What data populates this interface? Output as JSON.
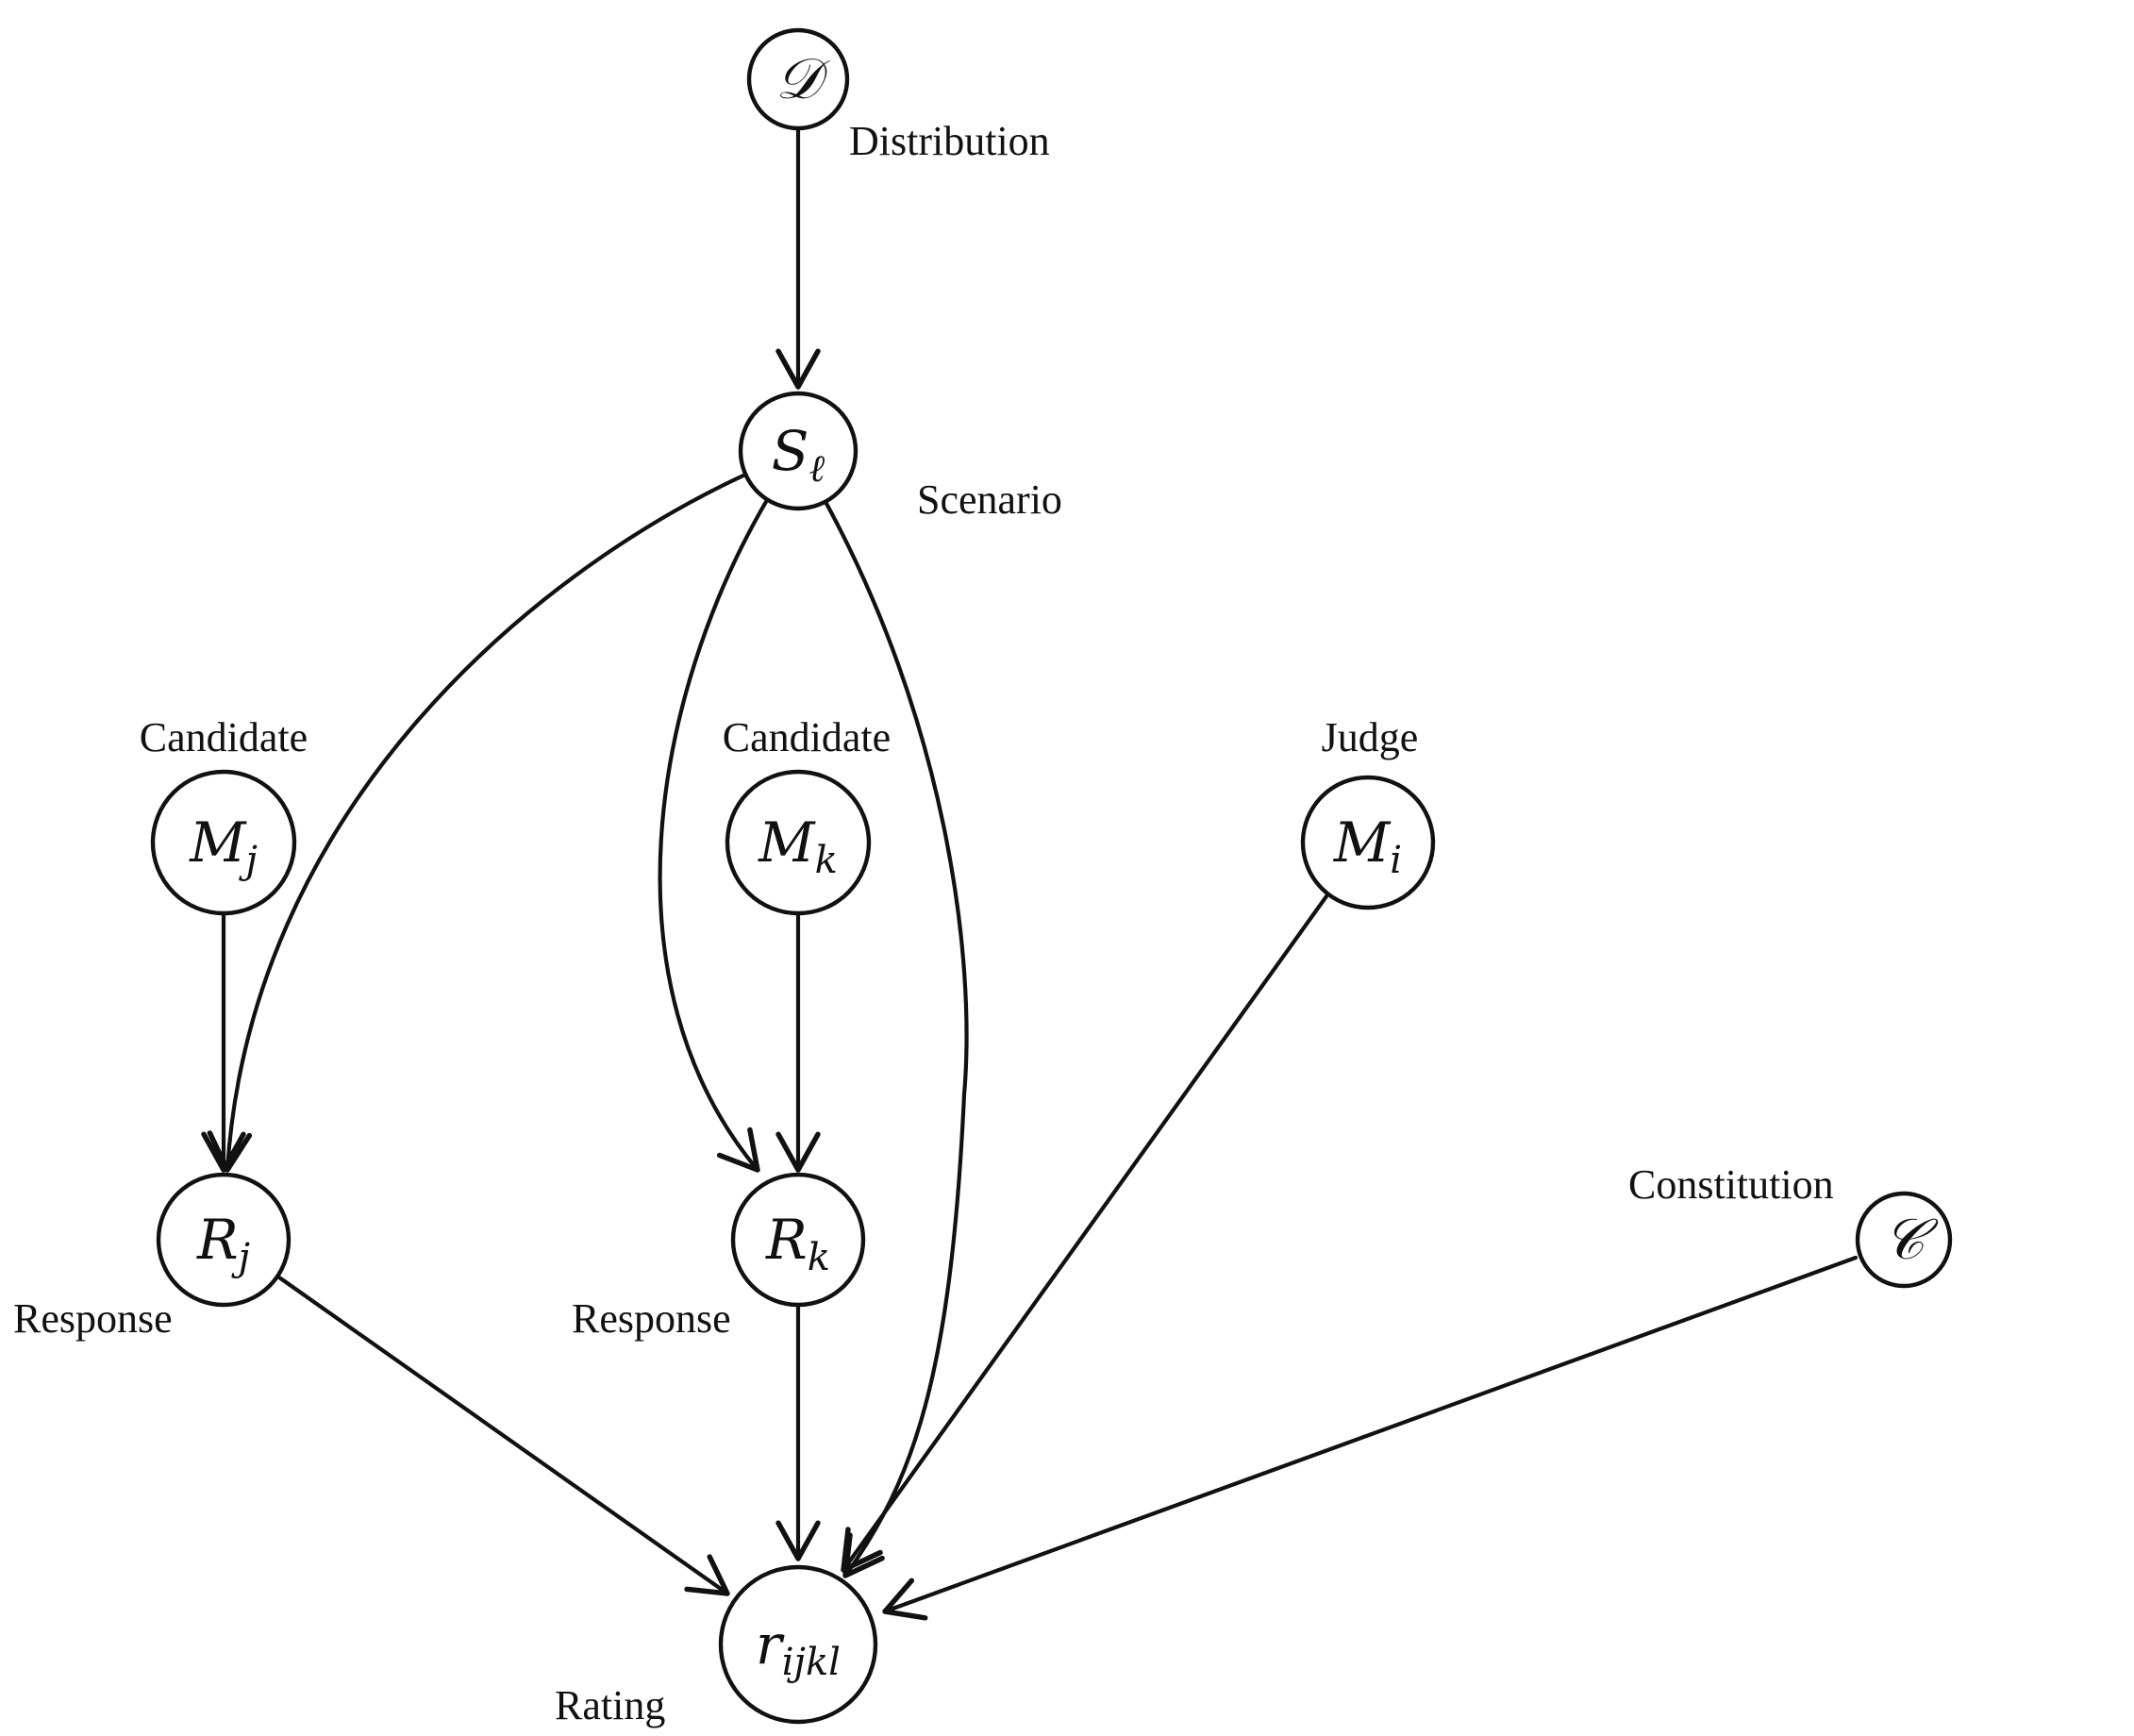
{
  "diagram": {
    "nodes": {
      "distribution": {
        "symbol": "𝒟",
        "sub": "",
        "label": "Distribution"
      },
      "scenario": {
        "symbol": "S",
        "sub": "ℓ",
        "label": "Scenario"
      },
      "candidate_j": {
        "symbol": "M",
        "sub": "j",
        "label": "Candidate"
      },
      "candidate_k": {
        "symbol": "M",
        "sub": "k",
        "label": "Candidate"
      },
      "judge": {
        "symbol": "M",
        "sub": "i",
        "label": "Judge"
      },
      "response_j": {
        "symbol": "R",
        "sub": "j",
        "label": "Response"
      },
      "response_k": {
        "symbol": "R",
        "sub": "k",
        "label": "Response"
      },
      "constitution": {
        "symbol": "𝒞",
        "sub": "",
        "label": "Constitution"
      },
      "rating": {
        "symbol": "r",
        "sub": "ijkl",
        "label": "Rating"
      }
    },
    "edges": [
      {
        "from": "distribution",
        "to": "scenario"
      },
      {
        "from": "scenario",
        "to": "response_j"
      },
      {
        "from": "scenario",
        "to": "response_k"
      },
      {
        "from": "scenario",
        "to": "rating"
      },
      {
        "from": "candidate_j",
        "to": "response_j"
      },
      {
        "from": "candidate_k",
        "to": "response_k"
      },
      {
        "from": "judge",
        "to": "rating"
      },
      {
        "from": "response_j",
        "to": "rating"
      },
      {
        "from": "response_k",
        "to": "rating"
      },
      {
        "from": "constitution",
        "to": "rating"
      }
    ]
  }
}
